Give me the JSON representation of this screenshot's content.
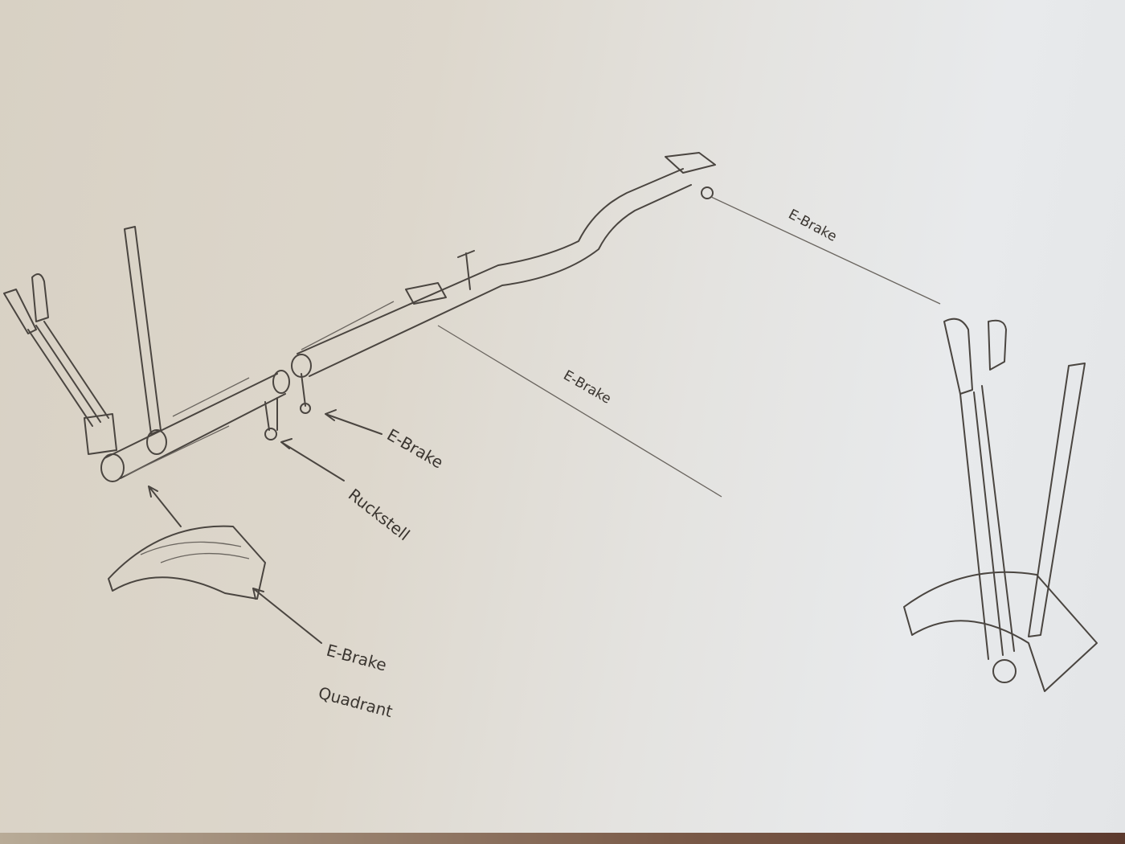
{
  "labels": {
    "ebrake_cable_upper": "E-Brake",
    "ebrake_cable_lower": "E-Brake",
    "ebrake_arm": "E-Brake",
    "ruckstell": "Ruckstell",
    "quadrant_line1": "E-Brake",
    "quadrant_line2": "Quadrant"
  }
}
